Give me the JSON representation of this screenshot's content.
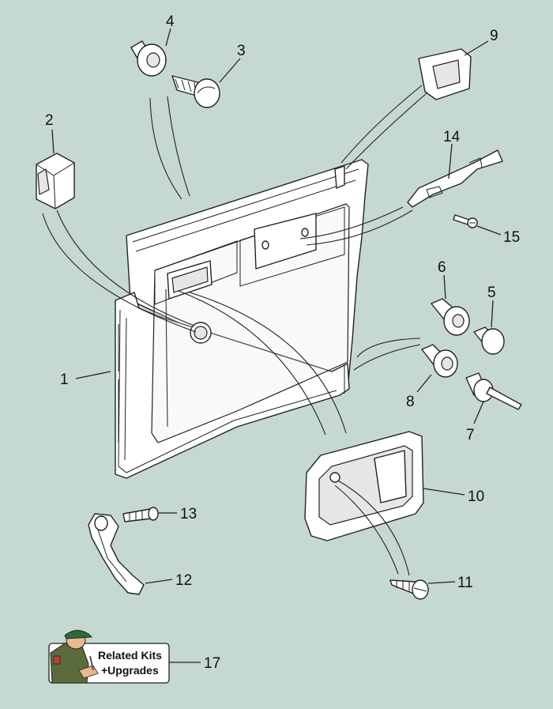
{
  "diagram": {
    "background_color": "#c5d9d0",
    "callouts": [
      {
        "id": "1",
        "label": "1"
      },
      {
        "id": "2",
        "label": "2"
      },
      {
        "id": "3",
        "label": "3"
      },
      {
        "id": "4",
        "label": "4"
      },
      {
        "id": "5",
        "label": "5"
      },
      {
        "id": "6",
        "label": "6"
      },
      {
        "id": "7",
        "label": "7"
      },
      {
        "id": "8",
        "label": "8"
      },
      {
        "id": "9",
        "label": "9"
      },
      {
        "id": "10",
        "label": "10"
      },
      {
        "id": "11",
        "label": "11"
      },
      {
        "id": "12",
        "label": "12"
      },
      {
        "id": "13",
        "label": "13"
      },
      {
        "id": "14",
        "label": "14"
      },
      {
        "id": "15",
        "label": "15"
      },
      {
        "id": "17",
        "label": "17"
      }
    ],
    "related_badge": {
      "line1": "Related Kits",
      "line2": "+Upgrades",
      "icon": "mechanic-icon"
    }
  }
}
